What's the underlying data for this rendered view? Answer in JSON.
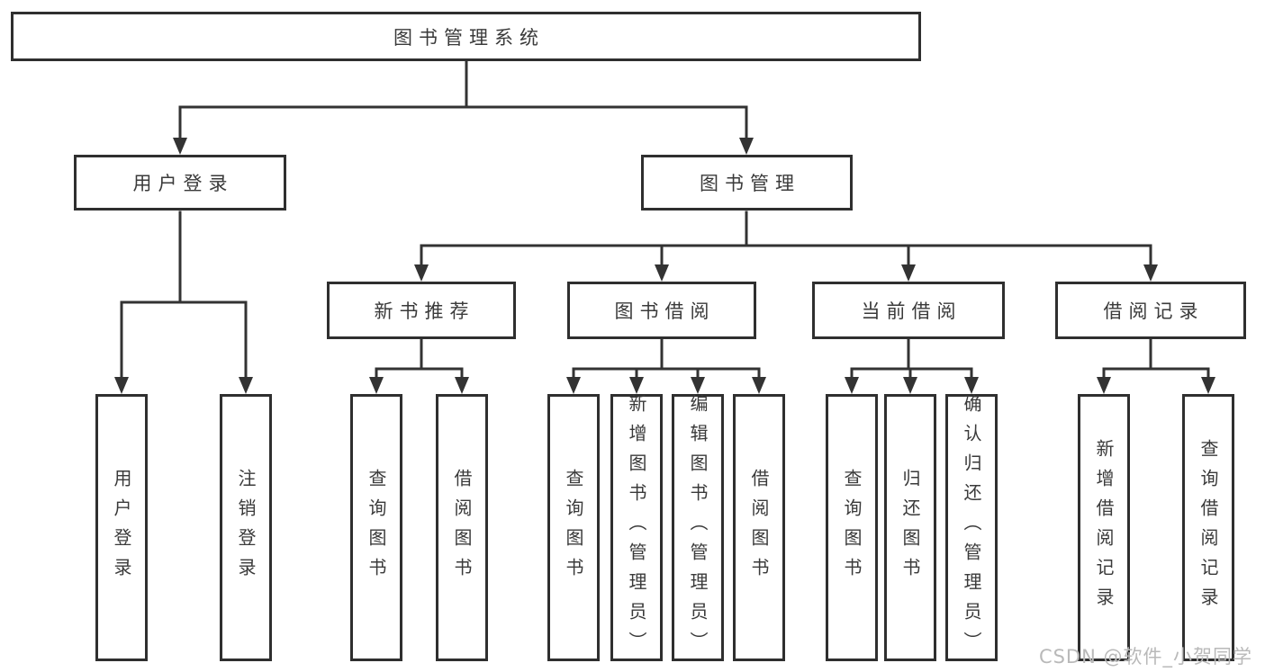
{
  "diagram_title": "图书管理系统",
  "tree": {
    "label": "图书管理系统",
    "children": [
      {
        "label": "用户登录",
        "children": [
          {
            "label": "用户登录"
          },
          {
            "label": "注销登录"
          }
        ]
      },
      {
        "label": "图书管理",
        "children": [
          {
            "label": "新书推荐",
            "children": [
              {
                "label": "查询图书"
              },
              {
                "label": "借阅图书"
              }
            ]
          },
          {
            "label": "图书借阅",
            "children": [
              {
                "label": "查询图书"
              },
              {
                "label": "新增图书（管理员）"
              },
              {
                "label": "编辑图书（管理员）"
              },
              {
                "label": "借阅图书"
              }
            ]
          },
          {
            "label": "当前借阅",
            "children": [
              {
                "label": "查询图书"
              },
              {
                "label": "归还图书"
              },
              {
                "label": "确认归还（管理员）"
              }
            ]
          },
          {
            "label": "借阅记录",
            "children": [
              {
                "label": "新增借阅记录"
              },
              {
                "label": "查询借阅记录"
              }
            ]
          }
        ]
      }
    ]
  },
  "watermark": {
    "text": "CSDN @软件_小贺同学"
  },
  "colors": {
    "line": "#333333",
    "box_border": "#2f2f2f",
    "text": "#3a3a3a",
    "watermark": "#b9b9b9",
    "background": "#ffffff"
  }
}
